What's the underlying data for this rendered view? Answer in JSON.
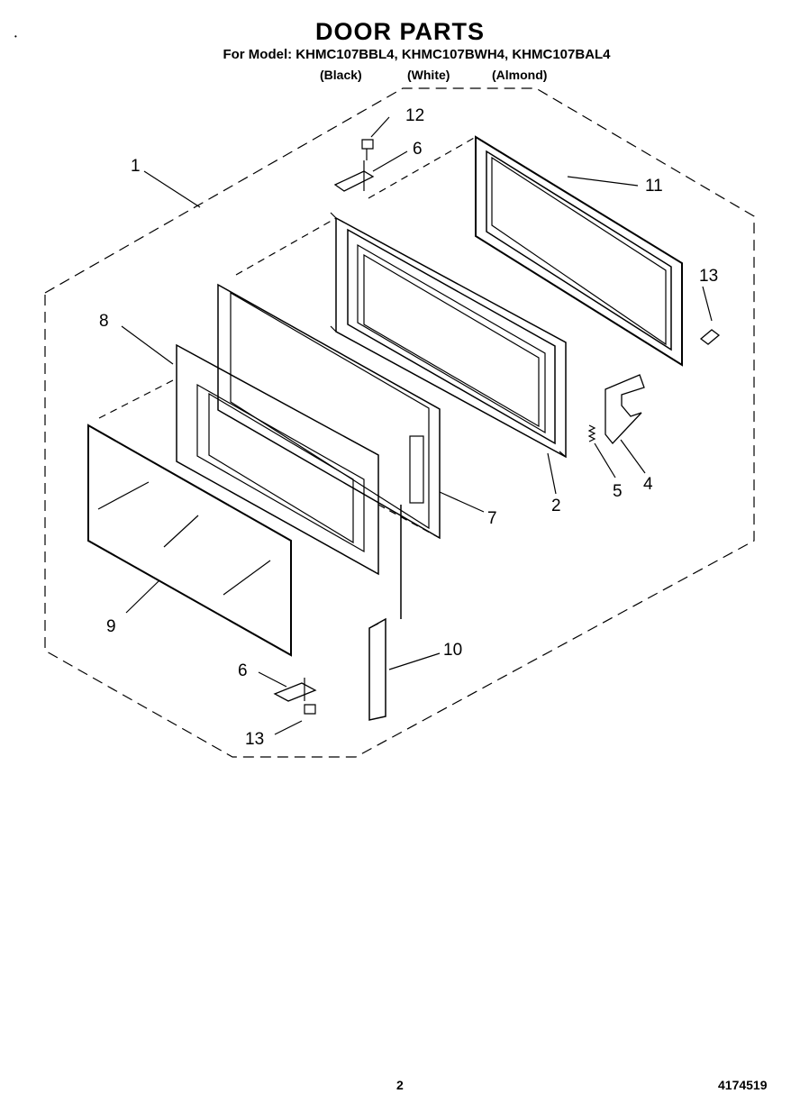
{
  "header": {
    "title": "DOOR PARTS",
    "model_line": "For Model: KHMC107BBL4, KHMC107BWH4, KHMC107BAL4",
    "variants": [
      "(Black)",
      "(White)",
      "(Almond)"
    ]
  },
  "callouts": [
    "1",
    "2",
    "4",
    "5",
    "6",
    "6",
    "7",
    "8",
    "9",
    "10",
    "11",
    "12",
    "13",
    "13"
  ],
  "footer": {
    "page_number": "2",
    "doc_number": "4174519"
  }
}
